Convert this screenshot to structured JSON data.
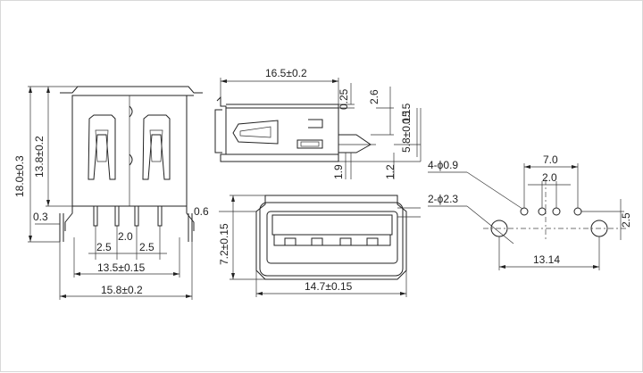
{
  "front_view": {
    "dim_total_height": "18.0±0.3",
    "dim_body_height": "13.8±0.2",
    "dim_leg_offset": "0.3",
    "dim_pitch_left": "2.5",
    "dim_pitch_center": "2.0",
    "dim_pitch_right": "2.5",
    "dim_leg_span": "13.5±0.15",
    "dim_width": "15.8±0.2"
  },
  "side_view": {
    "dim_length": "16.5±0.2",
    "dim_a": "0.25",
    "dim_b": "2.6",
    "dim_c": "0.15",
    "dim_d": "5.8±0.15",
    "dim_e": "1.9",
    "dim_f": "1.2"
  },
  "end_view": {
    "dim_plate": "0.6",
    "dim_height": "7.2±0.15",
    "dim_width": "14.7±0.15"
  },
  "pcb_layout": {
    "dim_span_outer": "7.0",
    "dim_span_inner": "2.0",
    "hole_small": "4-ϕ0.9",
    "hole_large": "2-ϕ2.3",
    "dim_row_offset": "2.5",
    "dim_large_span": "13.14"
  }
}
